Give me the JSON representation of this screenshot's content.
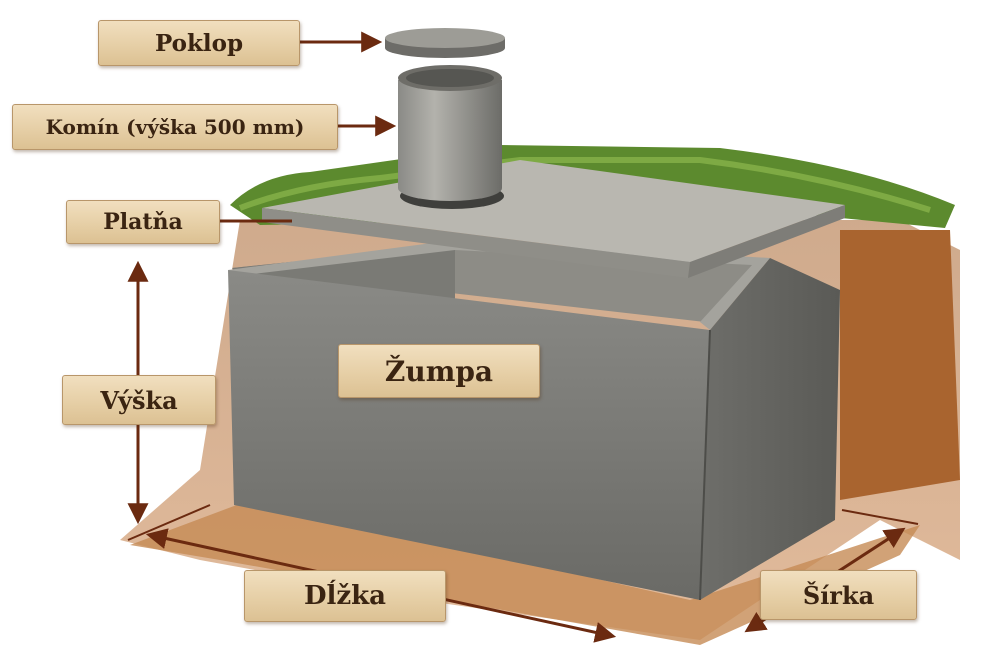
{
  "labels": {
    "poklop": "Poklop",
    "komin": "Komín (výška 500 mm)",
    "platna": "Platňa",
    "vyska": "Výška",
    "zumpa": "Žumpa",
    "dlzka": "Dĺžka",
    "sirka": "Šírka"
  },
  "colors": {
    "concrete": "#7c7c78",
    "concrete_light": "#b8b6ae",
    "soil": "#b7723e",
    "grass": "#5c8a2e",
    "arrow": "#6b2a10",
    "parchment": "#e6cfa6"
  }
}
